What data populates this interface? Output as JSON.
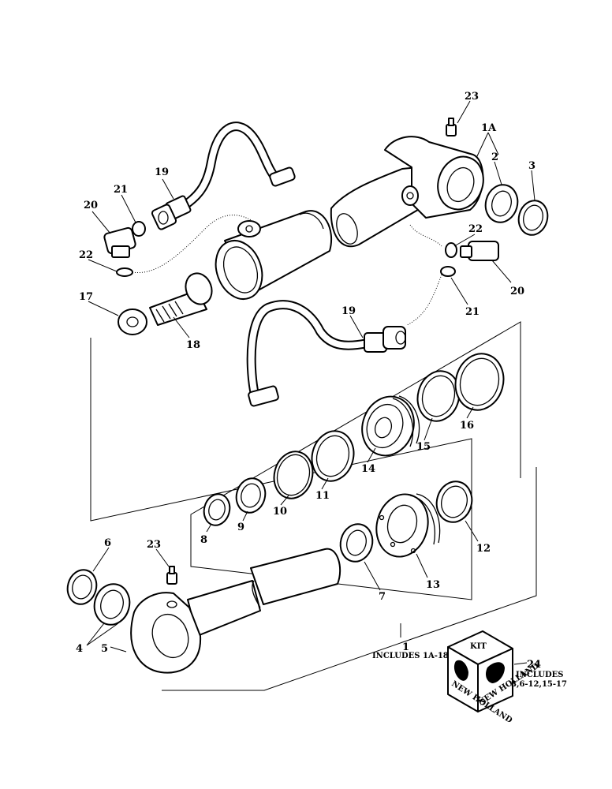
{
  "callouts": {
    "c1": "1",
    "c1a": "1A",
    "c2": "2",
    "c3": "3",
    "c4": "4",
    "c5": "5",
    "c6": "6",
    "c7": "7",
    "c8": "8",
    "c9": "9",
    "c10": "10",
    "c11": "11",
    "c12": "12",
    "c13": "13",
    "c14": "14",
    "c15": "15",
    "c16": "16",
    "c17": "17",
    "c18": "18",
    "c19a": "19",
    "c19b": "19",
    "c20a": "20",
    "c20b": "20",
    "c21a": "21",
    "c21b": "21",
    "c22a": "22",
    "c22b": "22",
    "c23a": "23",
    "c23b": "23",
    "c24": "24"
  },
  "notes": {
    "includes_1": "INCLUDES 1A-18",
    "includes_24_title": "INCLUDES",
    "includes_24_list": "3,6-12,15-17"
  },
  "kit": {
    "label": "KIT",
    "brand": "NEW HOLLAND"
  },
  "icons": [
    "new-holland-logo-icon"
  ]
}
